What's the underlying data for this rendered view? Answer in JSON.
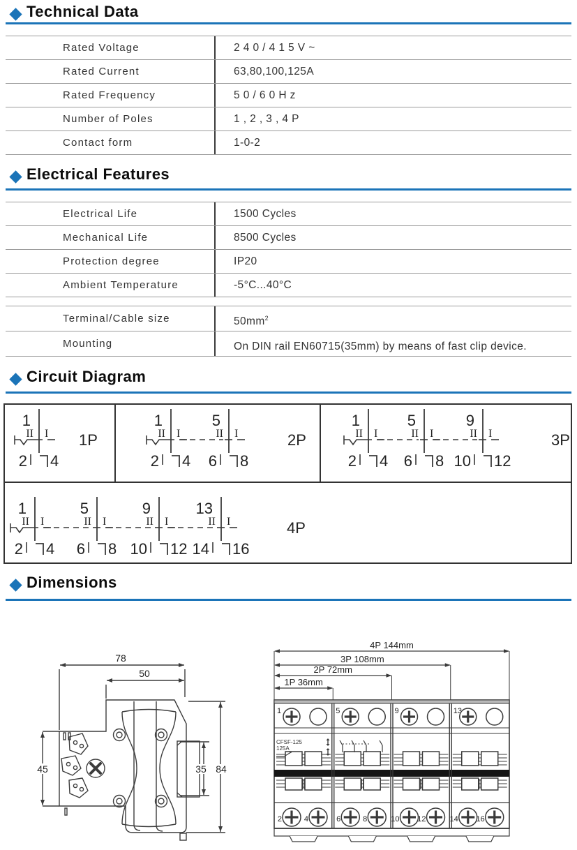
{
  "accent_color": "#1b74b8",
  "sections": {
    "technical_data": {
      "title": "Technical Data",
      "rows": [
        {
          "label": "Rated  Voltage",
          "value": "2 4 0 / 4 1 5 V ~"
        },
        {
          "label": "Rated  Current",
          "value": "63,80,100,125A"
        },
        {
          "label": "Rated Frequency",
          "value": "5 0 / 6 0 H z"
        },
        {
          "label": "Number of Poles",
          "value": "1 , 2 , 3 , 4 P"
        },
        {
          "label": "Contact form",
          "value": "1-0-2"
        }
      ]
    },
    "electrical_features": {
      "title": "Electrical Features",
      "rows_a": [
        {
          "label": "Electrical Life",
          "value": "1500 Cycles"
        },
        {
          "label": "Mechanical Life",
          "value": "8500 Cycles"
        },
        {
          "label": "Protection degree",
          "value": "IP20"
        },
        {
          "label": "Ambient Temperature",
          "value": "-5°C...40°C"
        }
      ],
      "rows_b": [
        {
          "label": "Terminal/Cable size",
          "value": "50mm",
          "sup": "2"
        },
        {
          "label": "Mounting",
          "value": "On DIN rail EN60715(35mm) by means of fast clip device.",
          "sup": ""
        }
      ]
    },
    "circuit_diagram": {
      "title": "Circuit Diagram",
      "positions": [
        "II",
        "I"
      ],
      "diagrams": [
        {
          "label": "1P",
          "poles": 1,
          "top_terminals": [
            "1"
          ],
          "bottom_terminals": [
            "2",
            "4"
          ]
        },
        {
          "label": "2P",
          "poles": 2,
          "top_terminals": [
            "1",
            "5"
          ],
          "bottom_terminals": [
            "2",
            "4",
            "6",
            "8"
          ]
        },
        {
          "label": "3P",
          "poles": 3,
          "top_terminals": [
            "1",
            "5",
            "9"
          ],
          "bottom_terminals": [
            "2",
            "4",
            "6",
            "8",
            "10",
            "12"
          ]
        },
        {
          "label": "4P",
          "poles": 4,
          "top_terminals": [
            "1",
            "5",
            "9",
            "13"
          ],
          "bottom_terminals": [
            "2",
            "4",
            "6",
            "8",
            "10",
            "12",
            "14",
            "16"
          ]
        }
      ]
    },
    "dimensions": {
      "title": "Dimensions",
      "side_view": {
        "top_width": "78",
        "upper_width": "50",
        "left_height": "45",
        "rail_height": "35",
        "total_height": "84"
      },
      "front_view": {
        "dim_labels": [
          "1P 36mm",
          "2P 72mm",
          "3P 108mm",
          "4P 144mm"
        ],
        "model": "CFSF-125",
        "rating": "125A",
        "top_terminals": [
          "1",
          "5",
          "9",
          "13"
        ],
        "bottom_terminals": [
          "2",
          "4",
          "6",
          "8",
          "10",
          "12",
          "14",
          "16"
        ]
      }
    }
  }
}
